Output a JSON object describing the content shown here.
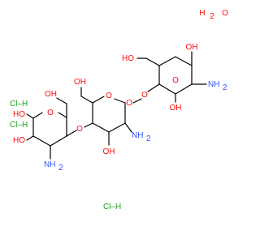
{
  "colors": {
    "oxygen": "#ff0d0d",
    "nitrogen": "#3050f8",
    "chlorine": "#1fa01f",
    "bond": "#000000",
    "background": "#ffffff"
  },
  "labels": {
    "water_h": "H",
    "water_o": "O",
    "water_sub": "2",
    "oh": "OH",
    "ho": "HO",
    "o": "O",
    "nh2": "NH",
    "nh2_sub": "2",
    "hcl": "Cl–H"
  }
}
